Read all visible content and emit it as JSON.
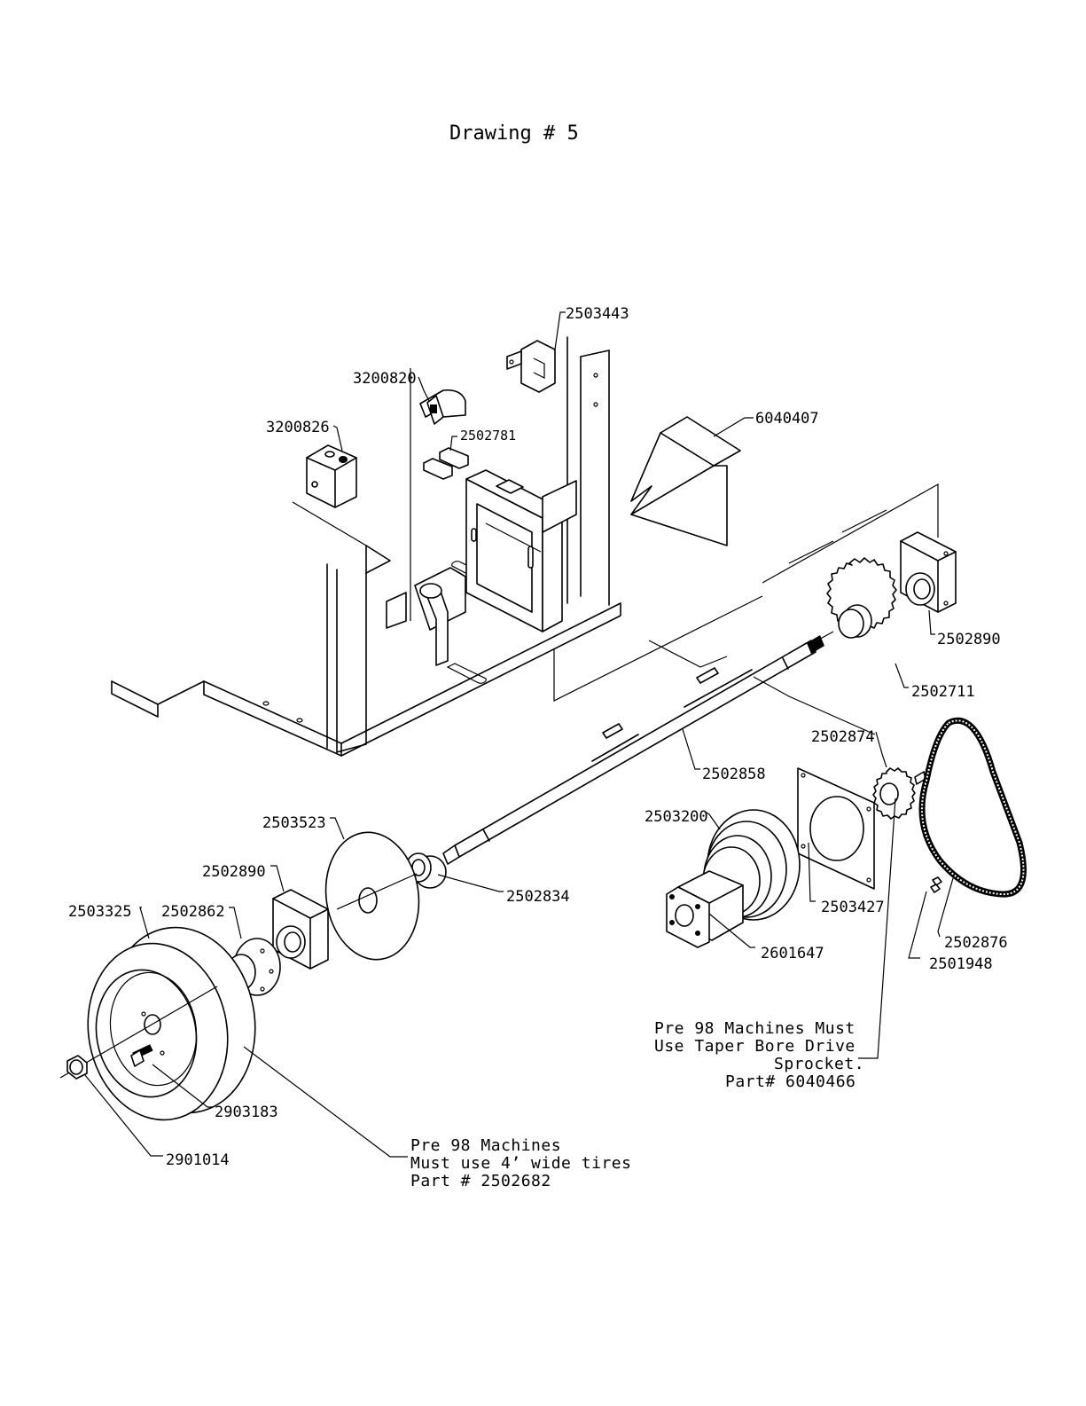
{
  "title": "Drawing # 5",
  "parts": {
    "p2503443": "2503443",
    "p3200820": "3200820",
    "p3200826": "3200826",
    "p2502781": "2502781",
    "p6040407": "6040407",
    "p2502890_right": "2502890",
    "p2502711": "2502711",
    "p2502874": "2502874",
    "p2502858": "2502858",
    "p2503200": "2503200",
    "p2503523": "2503523",
    "p2502890_left": "2502890",
    "p2502834": "2502834",
    "p2503427": "2503427",
    "p2503325": "2503325",
    "p2502862": "2502862",
    "p2601647": "2601647",
    "p2502876": "2502876",
    "p2501948": "2501948",
    "p2903183": "2903183",
    "p2901014": "2901014"
  },
  "notes": {
    "sprocket": [
      "Pre 98 Machines Must",
      "Use Taper Bore Drive",
      "Sprocket.",
      "Part# 6040466"
    ],
    "tires": [
      "Pre 98 Machines",
      "Must use 4’ wide tires",
      "Part # 2502682"
    ]
  }
}
